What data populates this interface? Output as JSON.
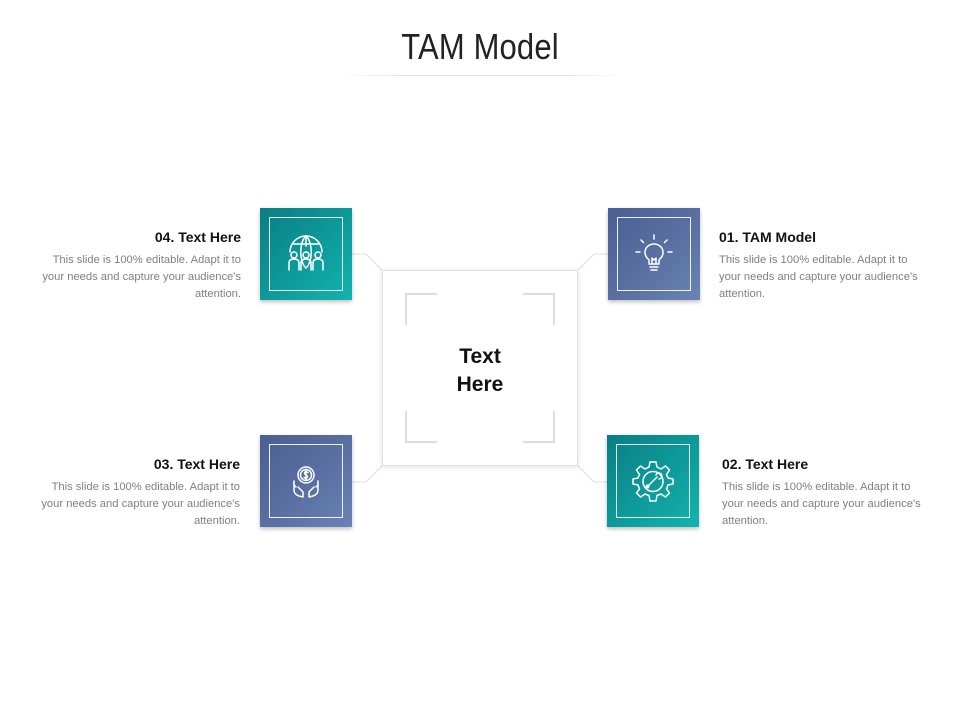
{
  "slide": {
    "title": "TAM Model",
    "center_label_line1": "Text",
    "center_label_line2": "Here"
  },
  "items": [
    {
      "heading": "01. TAM Model",
      "body": "This slide is 100% editable. Adapt it to your needs and capture your audience's attention.",
      "icon": "lightbulb-icon",
      "color": "#5a70a3"
    },
    {
      "heading": "02. Text Here",
      "body": "This slide is 100% editable. Adapt it to your needs and capture your audience's attention.",
      "icon": "gear-wrench-icon",
      "color": "#0e9b9b"
    },
    {
      "heading": "03. Text Here",
      "body": "This slide is 100% editable. Adapt it to your needs and capture your audience's attention.",
      "icon": "money-hands-icon",
      "color": "#5a70a3"
    },
    {
      "heading": "04. Text Here",
      "body": "This slide is 100% editable. Adapt it to your needs and capture your audience's attention.",
      "icon": "globe-people-icon",
      "color": "#0e9b9b"
    }
  ]
}
